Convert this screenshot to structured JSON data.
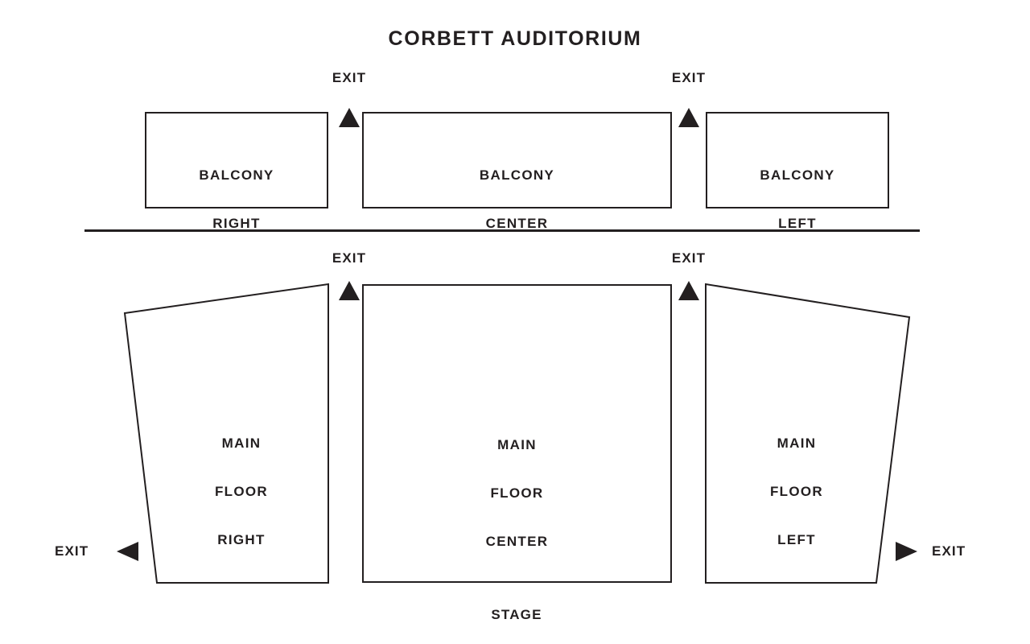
{
  "title": "CORBETT AUDITORIUM",
  "colors": {
    "ink": "#231f20",
    "background": "#ffffff"
  },
  "sections": {
    "balcony_right": {
      "label": "BALCONY\nRIGHT",
      "line1": "BALCONY",
      "line2": "RIGHT"
    },
    "balcony_center": {
      "label": "BALCONY\nCENTER",
      "line1": "BALCONY",
      "line2": "CENTER"
    },
    "balcony_left": {
      "label": "BALCONY\nLEFT",
      "line1": "BALCONY",
      "line2": "LEFT"
    },
    "main_floor_right": {
      "label": "MAIN\nFLOOR\nRIGHT",
      "line1": "MAIN",
      "line2": "FLOOR",
      "line3": "RIGHT"
    },
    "main_floor_center": {
      "label": "MAIN\nFLOOR\nCENTER",
      "line1": "MAIN",
      "line2": "FLOOR",
      "line3": "CENTER"
    },
    "main_floor_left": {
      "label": "MAIN\nFLOOR\nLEFT",
      "line1": "MAIN",
      "line2": "FLOOR",
      "line3": "LEFT"
    }
  },
  "exits": {
    "balcony_right_of_right": "EXIT",
    "balcony_right_of_center": "EXIT",
    "main_right_of_right": "EXIT",
    "main_right_of_center": "EXIT",
    "main_far_left": "EXIT",
    "main_far_right": "EXIT"
  },
  "stage": "STAGE",
  "icons": {
    "exit_arrow_up": "triangle-up-icon",
    "exit_arrow_left": "triangle-left-icon",
    "exit_arrow_right": "triangle-right-icon"
  }
}
